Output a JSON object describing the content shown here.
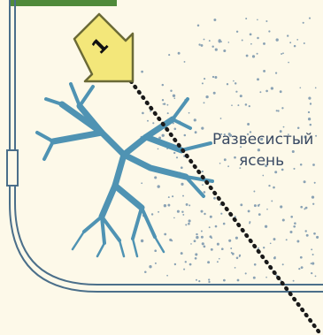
{
  "marker": {
    "number": "1",
    "color": "#f3e77a",
    "outline": "#6b6a36",
    "icon": "arrow-marker-icon"
  },
  "label": {
    "line1": "Развесистый",
    "line2": "ясень"
  },
  "colors": {
    "background": "#fdf9e9",
    "top_bar": "#4f8a3a",
    "wall": "#4b6f8a",
    "tree": "#4f93b3",
    "dots": "#8aa2b4",
    "trail": "#1a1a1a"
  }
}
